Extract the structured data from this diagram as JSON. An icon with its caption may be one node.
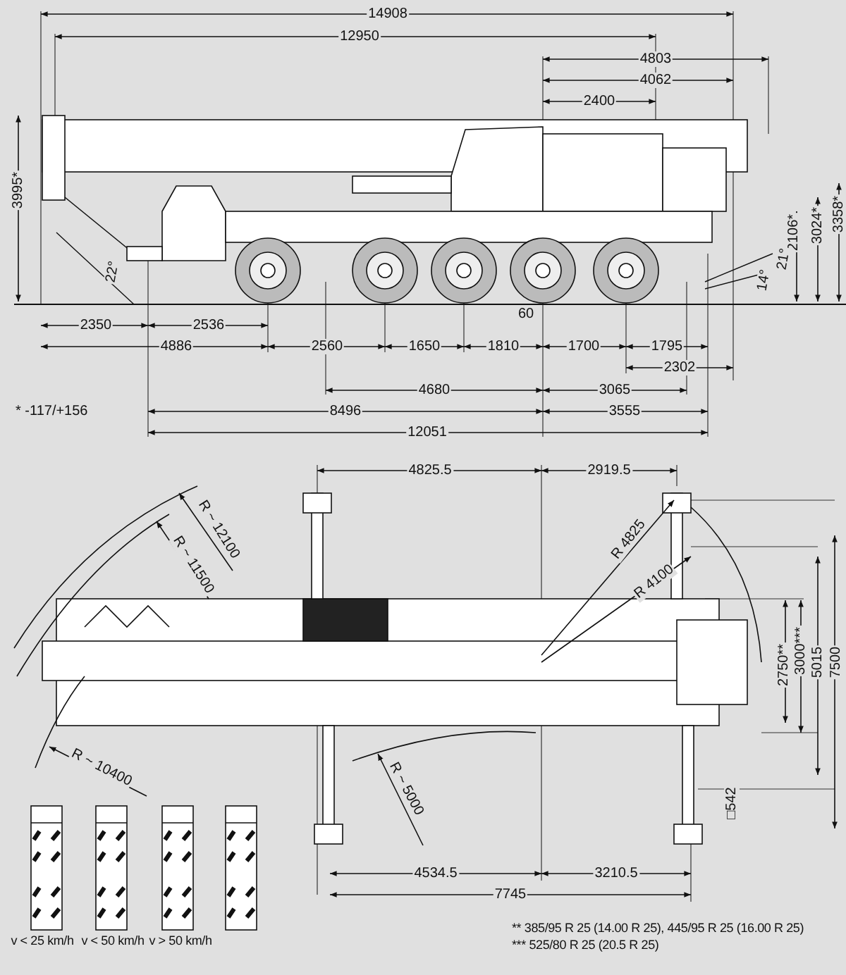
{
  "diagram": {
    "labels": [
      "14908",
      "12950",
      "4803",
      "4062",
      "2400",
      "3995*",
      "22°",
      "2106*",
      "3024*",
      "3358*",
      "21°",
      "14°",
      "2350",
      "2536",
      "60",
      "4886",
      "2560",
      "1650",
      "1810",
      "1700",
      "1795",
      "2302",
      "4680",
      "3065",
      "* -117/+156",
      "8496",
      "3555",
      "12051",
      "4825.5",
      "2919.5",
      "R ~ 12100",
      "R ~ 11500",
      "R 4825",
      "R 4100",
      "2750**",
      "3000***",
      "5015",
      "7500",
      "R ~ 10400",
      "R ~ 5000",
      "□542",
      "4534.5",
      "3210.5",
      "7745",
      "v < 25 km/h",
      "v < 50 km/h",
      "v > 50 km/h",
      "**  385/95 R 25 (14.00 R 25), 445/95 R 25 (16.00 R 25)",
      "*** 525/80 R 25 (20.5 R 25)"
    ]
  }
}
